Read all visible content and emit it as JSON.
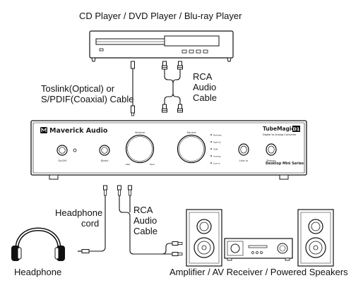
{
  "labels": {
    "source_devices": "CD Player / DVD Player / Blu-ray Player",
    "digital_cable": [
      "Toslink(Optical) or",
      "S/PDIF(Coaxial) Cable"
    ],
    "rca_cable_top": [
      "RCA",
      "Audio",
      "Cable"
    ],
    "headphone_cord": [
      "Headphone",
      "cord"
    ],
    "rca_cable_bottom": [
      "RCA",
      "Audio",
      "Cable"
    ],
    "headphone": "Headphone",
    "output_devices": "Amplifier / AV Receiver / Powered Speakers"
  },
  "dac_panel": {
    "brand": "Maverick Audio",
    "model": "TubeMagic",
    "model_suffix": "D1",
    "tagline": "Digital to Analog Converter",
    "series": "Desktop Mini Series",
    "volume_label": "Volume",
    "source_label": "Source",
    "power_label": "On/Off",
    "direct_label": "Direct",
    "line_in_label": "Line In",
    "phones_label": "Phones",
    "volume_min": "MIN",
    "volume_max": "MAX",
    "source_options": [
      "Remote",
      "Optical",
      "USB",
      "Analog",
      "Line In"
    ]
  },
  "icons": {
    "brand_logo": "maverick-logo-icon",
    "headphone": "headphone-icon",
    "speaker": "speaker-icon"
  }
}
